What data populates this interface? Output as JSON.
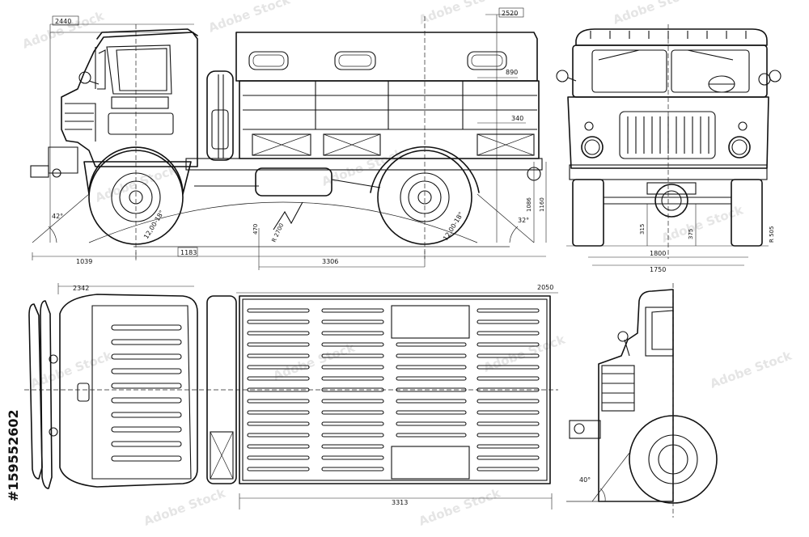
{
  "drawing": {
    "side_view": {
      "dims": {
        "height_cab": "2440",
        "height_tarp": "2520",
        "side_890": "890",
        "side_340": "340",
        "front_overhang": "1039",
        "boxed_1183": "1183",
        "wheelbase": "3306",
        "ground_clearance": "470",
        "ramp_radius": "R 2700",
        "rear_1160": "1160",
        "rear_1086": "1086",
        "approach_angle": "42°",
        "departure_angle": "32°",
        "tyre_front": "12,00-18\"",
        "tyre_rear": "12,00-18\""
      }
    },
    "front_view": {
      "dims": {
        "track_1800": "1800",
        "track_1750": "1750",
        "clear_315": "315",
        "clear_375": "375",
        "radius_505": "R 505"
      }
    },
    "top_view": {
      "dims": {
        "width_cab": "2342",
        "width_body": "2050",
        "body_length": "3313"
      }
    },
    "detail_view": {
      "dims": {
        "angle": "40°"
      }
    },
    "watermark": {
      "stock_id": "#159552602",
      "brand_mark": "Adobe Stock"
    }
  }
}
